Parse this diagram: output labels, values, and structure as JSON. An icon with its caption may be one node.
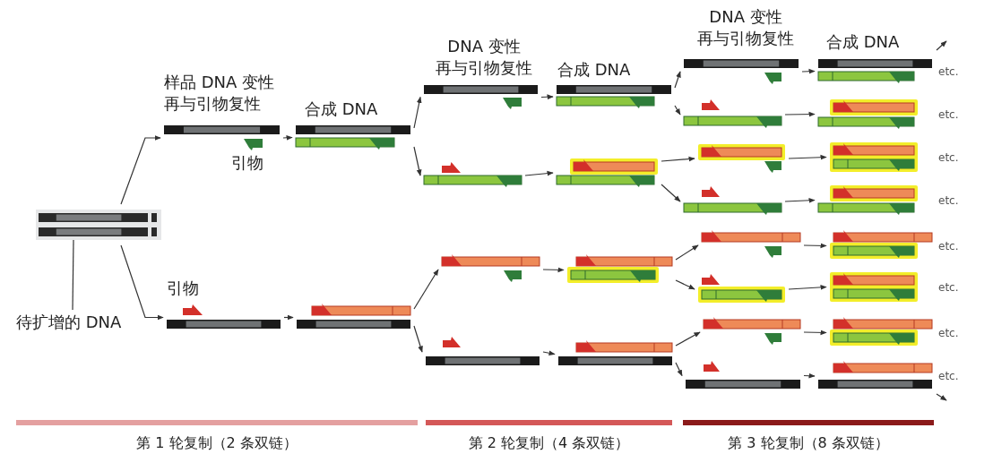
{
  "diagram": {
    "nodes": [
      {
        "text": [],
        "shape": "bar"
      },
      {
        "text": [],
        "shape": "bar"
      },
      {
        "text": [],
        "shape": "bar"
      },
      {
        "text": [],
        "shape": "bar"
      },
      {
        "text": [],
        "shape": "bar"
      },
      {
        "text": [],
        "shape": "bar"
      },
      {
        "text": [],
        "shape": "bar"
      },
      {
        "text": [],
        "shape": "bar"
      },
      {
        "text": [],
        "shape": "bar"
      },
      {
        "text": [],
        "shape": "bar"
      },
      {
        "text": [],
        "shape": "bar"
      },
      {
        "text": [],
        "shape": "bar"
      },
      {
        "text": [],
        "shape": "bar"
      },
      {
        "text": [],
        "shape": "bar"
      },
      {
        "text": [],
        "shape": "bar"
      },
      {
        "text": [],
        "shape": "bar"
      },
      {
        "text": [],
        "shape": "bar"
      },
      {
        "text": [],
        "shape": "bar"
      },
      {
        "text": [],
        "shape": "bar"
      },
      {
        "text": [],
        "shape": "bar"
      },
      {
        "text": [],
        "shape": "bar"
      },
      {
        "text": [],
        "shape": "bar"
      },
      {
        "text": [],
        "shape": "bar"
      },
      {
        "text": [],
        "shape": "bar"
      },
      {
        "text": [],
        "shape": "bar"
      },
      {
        "text": [],
        "shape": "bar"
      },
      {
        "text": [],
        "shape": "bar"
      },
      {
        "text": [],
        "shape": "bar"
      },
      {
        "text": [],
        "shape": "bar"
      },
      {
        "text": [
          "待扩增的 DNA"
        ]
      }
    ],
    "edges": [
      {
        "from": 0,
        "to": 1,
        "arrow": "to"
      },
      {
        "from": 0,
        "to": 2,
        "arrow": "to"
      },
      {
        "from": 1,
        "to": 3,
        "arrow": "to"
      },
      {
        "from": 2,
        "to": 4,
        "arrow": "to"
      },
      {
        "from": 3,
        "to": 5,
        "arrow": "to"
      },
      {
        "from": 3,
        "to": 6,
        "arrow": "to"
      },
      {
        "from": 4,
        "to": 7,
        "arrow": "to"
      },
      {
        "from": 4,
        "to": 8,
        "arrow": "to"
      },
      {
        "from": 5,
        "to": 9,
        "arrow": "to"
      },
      {
        "from": 6,
        "to": 10,
        "arrow": "to"
      },
      {
        "from": 7,
        "to": 11,
        "arrow": "to"
      },
      {
        "from": 8,
        "to": 12,
        "arrow": "to"
      },
      {
        "from": 9,
        "to": 13,
        "arrow": "to"
      },
      {
        "from": 9,
        "to": 14,
        "arrow": "to"
      },
      {
        "from": 10,
        "to": 15,
        "arrow": "to"
      },
      {
        "from": 10,
        "to": 16,
        "arrow": "to"
      },
      {
        "from": 11,
        "to": 17,
        "arrow": "to"
      },
      {
        "from": 11,
        "to": 18,
        "arrow": "to"
      },
      {
        "from": 12,
        "to": 19,
        "arrow": "to"
      },
      {
        "from": 12,
        "to": 20,
        "arrow": "to"
      },
      {
        "from": 13,
        "to": 21,
        "arrow": "to"
      },
      {
        "from": 14,
        "to": 22,
        "arrow": "to"
      },
      {
        "from": 15,
        "to": 23,
        "arrow": "to"
      },
      {
        "from": 16,
        "to": 24,
        "arrow": "to"
      },
      {
        "from": 17,
        "to": 25,
        "arrow": "to"
      },
      {
        "from": 18,
        "to": 26,
        "arrow": "to"
      },
      {
        "from": 19,
        "to": 27,
        "arrow": "to"
      },
      {
        "from": 20,
        "to": 28,
        "arrow": "to"
      },
      {
        "from": 29,
        "to": 0,
        "arrow": "none"
      }
    ],
    "labels": [
      "样品 DNA 变性再与引物复性",
      "合成 DNA",
      "引物",
      "引物",
      "DNA 变性再与引物复性",
      "合成 DNA",
      "DNA 变性再与引物复性",
      "合成 DNA",
      "etc.",
      "etc.",
      "etc.",
      "etc.",
      "etc.",
      "etc.",
      "etc.",
      "etc.",
      "第 1 轮复制（2 条双链）",
      "第 2 轮复制（4 条双链）",
      "第 3 轮复制（8 条双链）"
    ]
  }
}
